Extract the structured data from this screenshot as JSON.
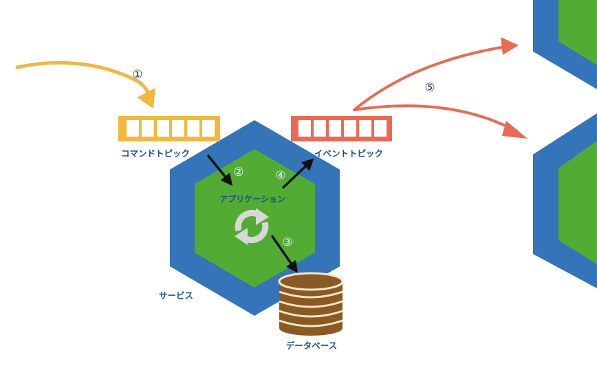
{
  "labels": {
    "command_topic": "コマンドトピック",
    "event_topic": "イベントトピック",
    "application": "アプリケーション",
    "service": "サービス",
    "database": "データベース"
  },
  "steps": {
    "s1": "①",
    "s2": "②",
    "s3": "③",
    "s4": "④",
    "s5": "⑤"
  },
  "colors": {
    "service_blue": "#3474b8",
    "application_green": "#52ab33",
    "command_yellow": "#f1b93c",
    "event_red": "#ea6a53",
    "database_brown": "#8a5a24",
    "refresh_gray": "#d8d8d8",
    "label_navy": "#1f4e8c"
  },
  "icons": {
    "refresh": "refresh-icon",
    "database": "database-icon"
  }
}
